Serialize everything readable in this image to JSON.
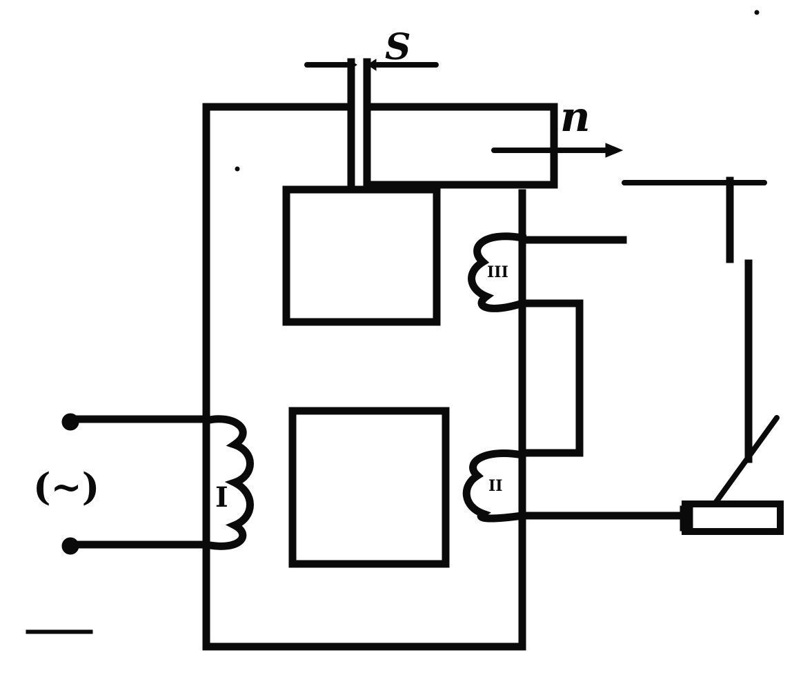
{
  "diagram": {
    "gap_label": "S",
    "motion_label": "n",
    "source_label": "(~)",
    "coil_labels": {
      "primary": "I",
      "secondary_upper": "III",
      "secondary_lower": "II"
    }
  }
}
